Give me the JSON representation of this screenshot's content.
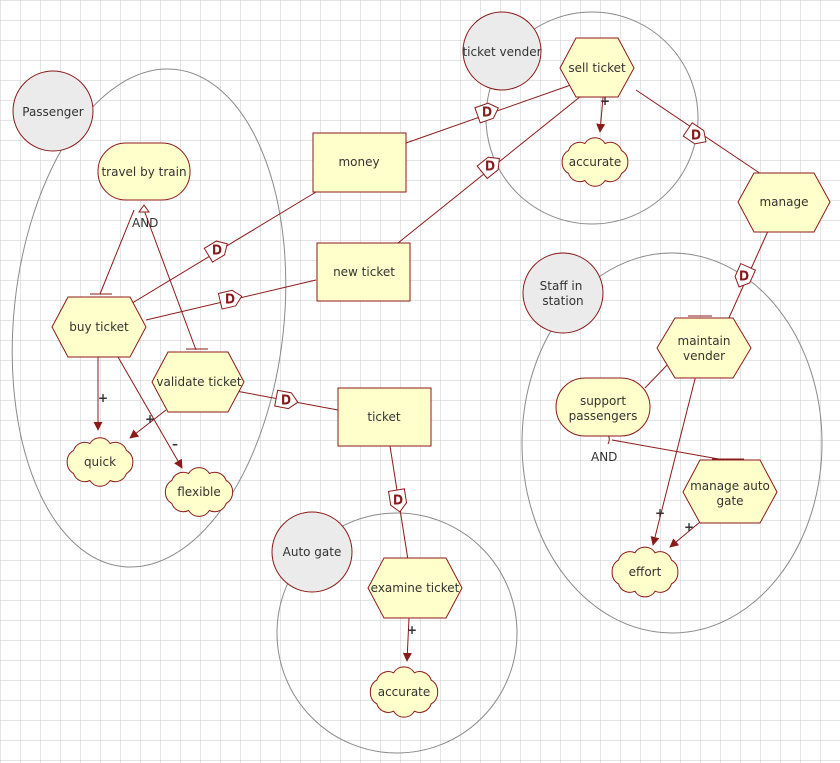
{
  "colors": {
    "grid": "#c8c8c8",
    "link": "#8b1a1a",
    "node_fill": "#ffffcc",
    "node_stroke": "#8b1a1a",
    "actor_fill": "#ebebeb",
    "boundary": "#8a8a8a",
    "text": "#333333"
  },
  "actors": {
    "passenger": "Passenger",
    "ticket_vender": "ticket vender",
    "staff": [
      "Staff in",
      "station"
    ],
    "auto_gate": "Auto gate"
  },
  "goals": {
    "travel_by_train": "travel by train",
    "support_passengers": [
      "support",
      "passengers"
    ]
  },
  "tasks": {
    "buy_ticket": "buy ticket",
    "validate_ticket": "validate ticket",
    "sell_ticket": "sell ticket",
    "manage": "manage",
    "maintain_vender": [
      "maintain",
      "vender"
    ],
    "manage_auto_gate": [
      "manage auto",
      "gate"
    ],
    "examine_ticket": "examine ticket"
  },
  "resources": {
    "money": "money",
    "new_ticket": "new ticket",
    "ticket": "ticket"
  },
  "softgoals": {
    "quick": "quick",
    "flexible": "flexible",
    "accurate_vender": "accurate",
    "accurate_gate": "accurate",
    "effort": "effort"
  },
  "labels": {
    "and_passenger": "AND",
    "and_staff": "AND",
    "dependency": "D",
    "plus": "+",
    "minus": "–"
  }
}
